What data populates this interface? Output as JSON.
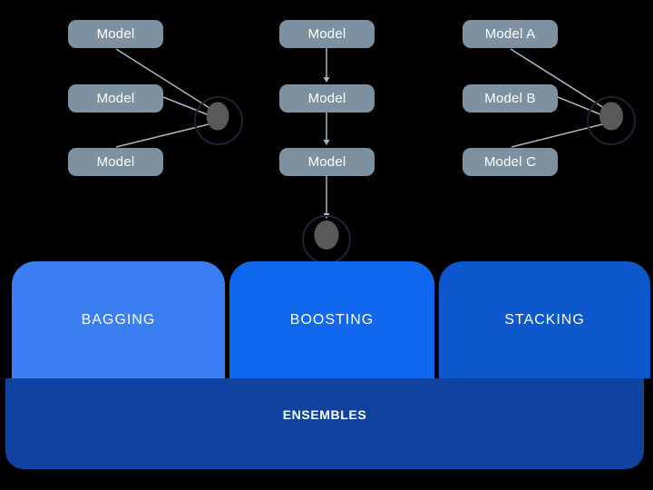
{
  "colors": {
    "background": "#000000",
    "model_box": "#7d91a0",
    "model_text": "#ffffff",
    "connector": "#a4b9c6",
    "aggregate_node_fill": "#595959",
    "aggregate_ring_stroke": "#1c2433",
    "bagging_box": "#3b7ef2",
    "boosting_box": "#0f68ee",
    "stacking_box": "#0d58cd",
    "ensembles_bar": "#10439f",
    "category_text": "#ffffff"
  },
  "groups": {
    "bagging": {
      "label": "BAGGING",
      "models": [
        "Model",
        "Model",
        "Model"
      ]
    },
    "boosting": {
      "label": "BOOSTING",
      "models": [
        "Model",
        "Model",
        "Model"
      ]
    },
    "stacking": {
      "label": "STACKING",
      "models": [
        "Model A",
        "Model B",
        "Model C"
      ]
    }
  },
  "ensembles_label": "ENSEMBLES"
}
